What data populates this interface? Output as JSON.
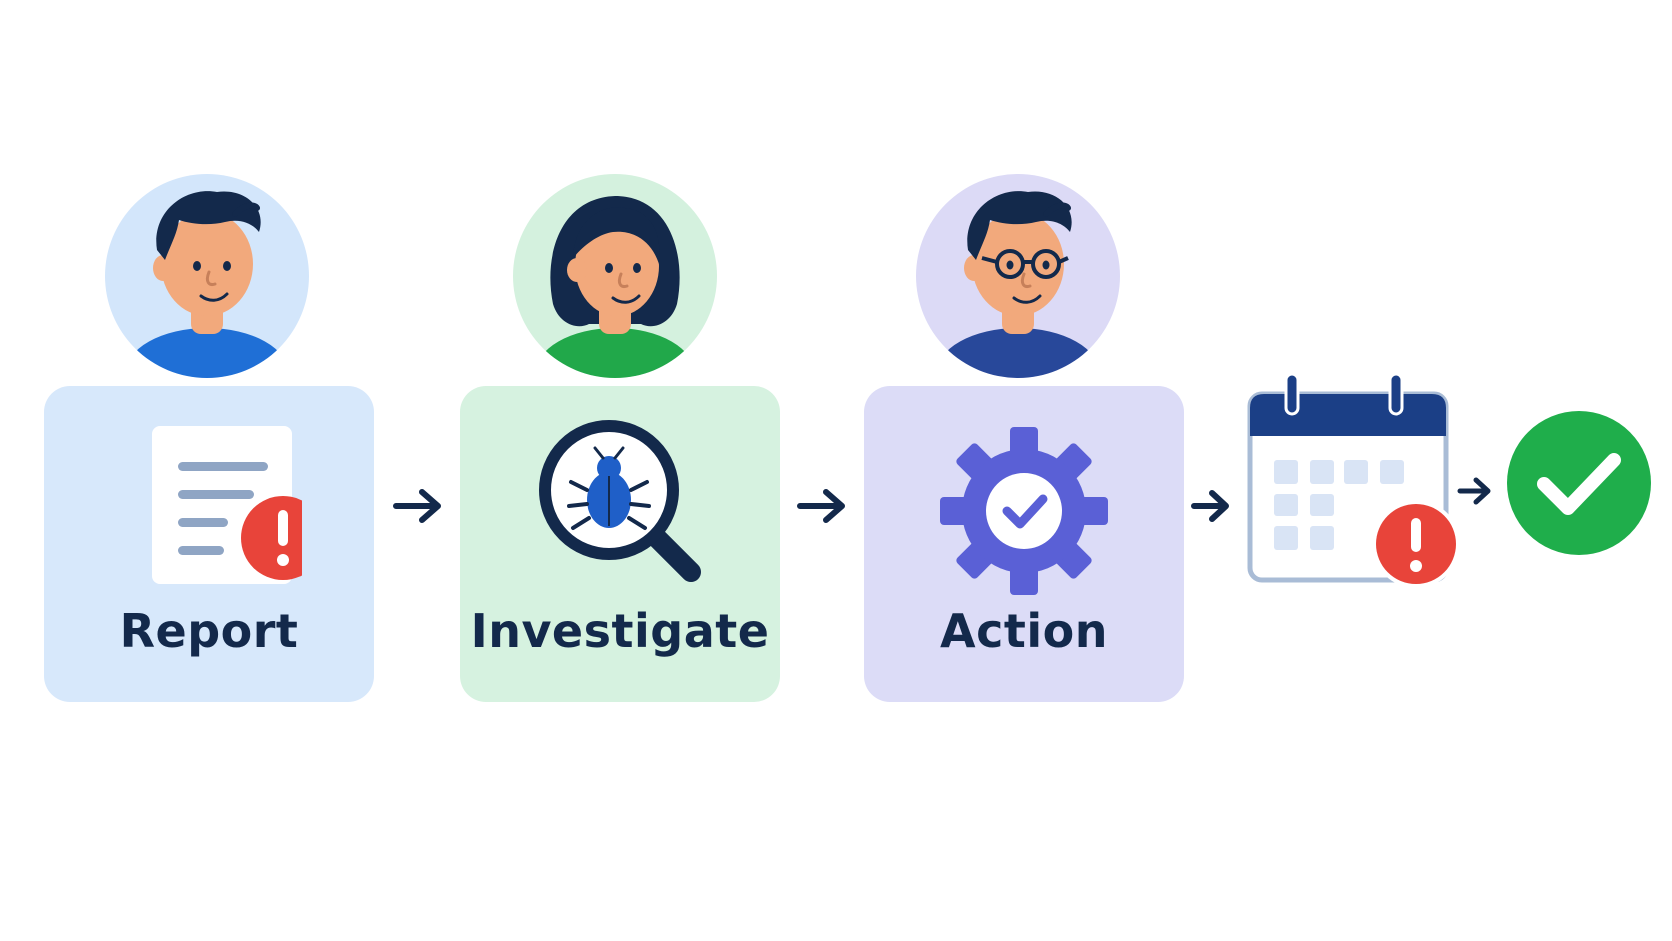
{
  "steps": [
    {
      "label": "Report",
      "icon": "document-alert-icon",
      "color": "#d7e8fb",
      "avatar_color": "#d3e6fb",
      "shirt_color": "#1f6fd6"
    },
    {
      "label": "Investigate",
      "icon": "bug-magnifier-icon",
      "color": "#d6f2e0",
      "avatar_color": "#d4f1de",
      "shirt_color": "#21a84a"
    },
    {
      "label": "Action",
      "icon": "gear-check-icon",
      "color": "#dcdcf7",
      "avatar_color": "#dcdaf6",
      "shirt_color": "#28489a"
    }
  ],
  "end_icons": [
    "calendar-alert-icon",
    "check-circle-icon"
  ],
  "colors": {
    "navy": "#13294b",
    "alert_red": "#e8443a",
    "success_green": "#1fae4b",
    "gear_purple": "#5a60d6"
  }
}
